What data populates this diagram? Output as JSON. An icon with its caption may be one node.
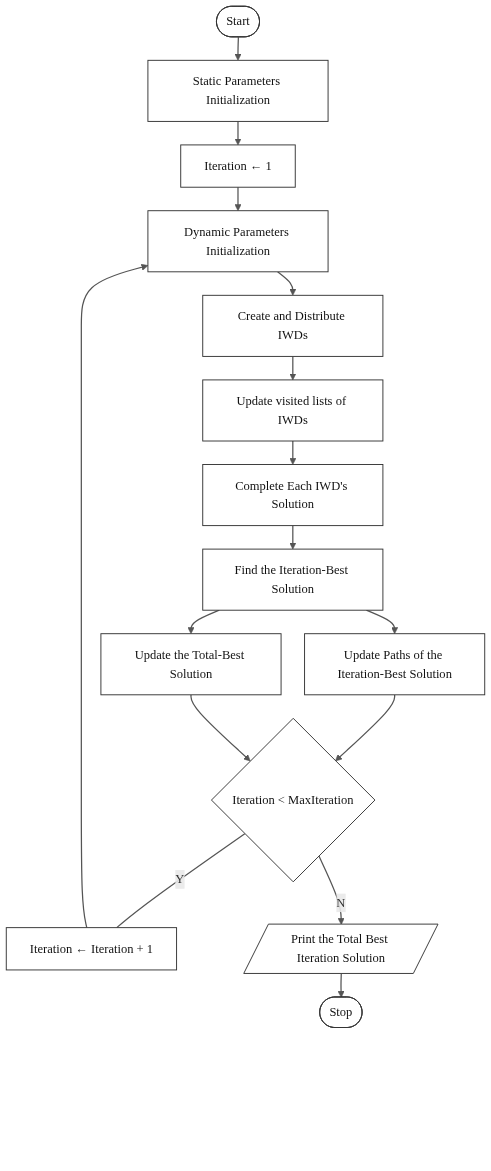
{
  "diagram": {
    "nodes": [
      {
        "text": [
          "Start"
        ]
      },
      {
        "text": [
          "Static Parameters Initialization"
        ]
      },
      {
        "text": [
          "Iteration ← 1"
        ]
      },
      {
        "text": [
          "Dynamic Parameters Initialization"
        ]
      },
      {
        "text": [
          "Create and Distribute IWDs"
        ]
      },
      {
        "text": [
          "Update visited lists of IWDs"
        ]
      },
      {
        "text": [
          "Complete Each IWD's Solution"
        ]
      },
      {
        "text": [
          "Find the Iteration-Best Solution"
        ]
      },
      {
        "text": [
          "Update Paths of the Iteration-Best Solution"
        ]
      },
      {
        "text": [
          "Update the Total-Best Solution"
        ]
      },
      {
        "text": [
          "Iteration < MaxIteration"
        ]
      },
      {
        "text": [
          "Iteration ← Iteration + 1"
        ]
      },
      {
        "text": [
          "Print the Total Best Iteration Solution"
        ]
      },
      {
        "text": [
          "Stop"
        ]
      }
    ],
    "edges": [
      {
        "from": 0,
        "to": 1,
        "arrow": "to"
      },
      {
        "from": 1,
        "to": 2,
        "arrow": "to"
      },
      {
        "from": 2,
        "to": 3,
        "arrow": "to"
      },
      {
        "from": 3,
        "to": 4,
        "arrow": "to"
      },
      {
        "from": 4,
        "to": 5,
        "arrow": "to"
      },
      {
        "from": 5,
        "to": 6,
        "arrow": "to"
      },
      {
        "from": 6,
        "to": 7,
        "arrow": "to"
      },
      {
        "from": 7,
        "to": 8,
        "arrow": "to"
      },
      {
        "from": 7,
        "to": 9,
        "arrow": "to"
      },
      {
        "from": 8,
        "to": 10,
        "arrow": "to"
      },
      {
        "from": 9,
        "to": 10,
        "arrow": "to"
      },
      {
        "from": 10,
        "to": 11,
        "label": "Y",
        "arrow": "none"
      },
      {
        "from": 11,
        "to": 3,
        "arrow": "to"
      },
      {
        "from": 10,
        "to": 12,
        "label": "N",
        "arrow": "to"
      },
      {
        "from": 12,
        "to": 13,
        "arrow": "to"
      }
    ]
  }
}
